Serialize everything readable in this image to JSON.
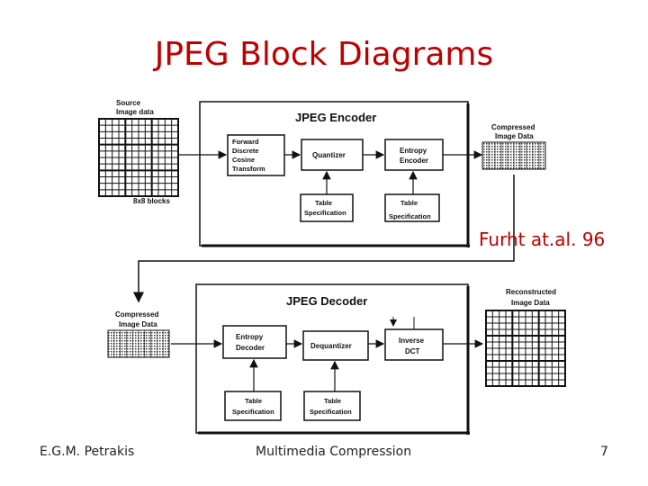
{
  "slide": {
    "title": "JPEG Block Diagrams",
    "credit": "Furht at.al. 96"
  },
  "encoder": {
    "title": "JPEG Encoder",
    "source_label": [
      "Source",
      "Image data"
    ],
    "blocks_caption": "8x8 blocks",
    "fdct_label": [
      "Forward",
      "Discrete",
      "Cosine",
      "Transform"
    ],
    "quantizer_label": "Quantizer",
    "entropy_encoder_label": [
      "Entropy",
      "Encoder"
    ],
    "table_spec_left": [
      "Table",
      "Specification"
    ],
    "table_spec_right": [
      "Table",
      "Specification"
    ],
    "output_label": [
      "Compressed",
      "Image Data"
    ]
  },
  "decoder": {
    "title": "JPEG Decoder",
    "input_label": [
      "Compressed",
      "Image Data"
    ],
    "entropy_decoder_label": [
      "Entropy",
      "Decoder"
    ],
    "dequantizer_label": "Dequantizer",
    "idct_label": [
      "Inverse",
      "DCT"
    ],
    "table_spec_left": [
      "Table",
      "Specification"
    ],
    "table_spec_right": [
      "Table",
      "Specification"
    ],
    "output_label": [
      "Reconstructed",
      "Image Data"
    ]
  },
  "footer": {
    "author": "E.G.M. Petrakis",
    "course": "Multimedia Compression",
    "page": "7"
  }
}
